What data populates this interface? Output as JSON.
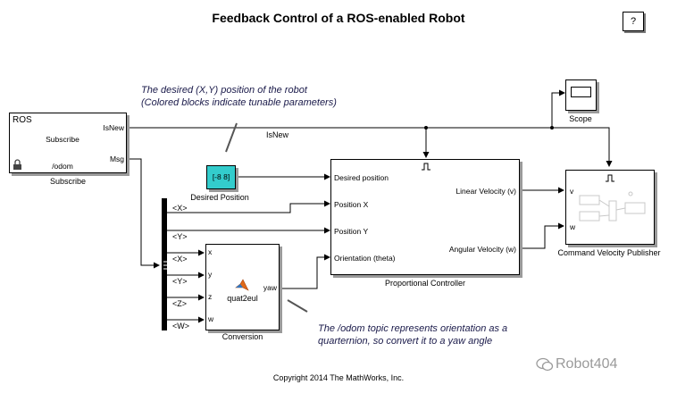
{
  "header": {
    "title": "Feedback Control of a ROS-enabled Robot",
    "help_label": "?"
  },
  "annotations": {
    "desired_note": "The desired (X,Y) position of the robot\n(Colored blocks indicate tunable parameters)",
    "odom_note": "The /odom topic represents orientation as a\nquarternion, so convert it to a yaw angle"
  },
  "blocks": {
    "subscribe": {
      "ros_label": "ROS",
      "name": "Subscribe",
      "center_label": "Subscribe",
      "topic": "/odom",
      "port_isnew": "IsNew",
      "port_msg": "Msg"
    },
    "desired_position": {
      "value": "[-8 8]",
      "name": "Desired Position",
      "color": "#33cccc"
    },
    "scope": {
      "name": "Scope"
    },
    "controller": {
      "name": "Proportional Controller",
      "in_ports": [
        "Desired position",
        "Position X",
        "Position Y",
        "Orientation (theta)"
      ],
      "out_ports": [
        "Linear Velocity (v)",
        "Angular Velocity (w)"
      ]
    },
    "publisher": {
      "name": "Command Velocity Publisher",
      "port_v": "v",
      "port_w": "w"
    },
    "conversion": {
      "name": "Conversion",
      "func": "quat2eul",
      "in_ports": [
        "x",
        "y",
        "z",
        "w"
      ],
      "out_port": "yaw"
    },
    "bus_selector": {
      "outputs": [
        "<X>",
        "<Y>",
        "<X>",
        "<Y>",
        "<Z>",
        "<W>"
      ]
    }
  },
  "signals": {
    "isnew": "IsNew"
  },
  "footer": {
    "copyright": "Copyright 2014 The MathWorks, Inc.",
    "watermark": "Robot404"
  }
}
